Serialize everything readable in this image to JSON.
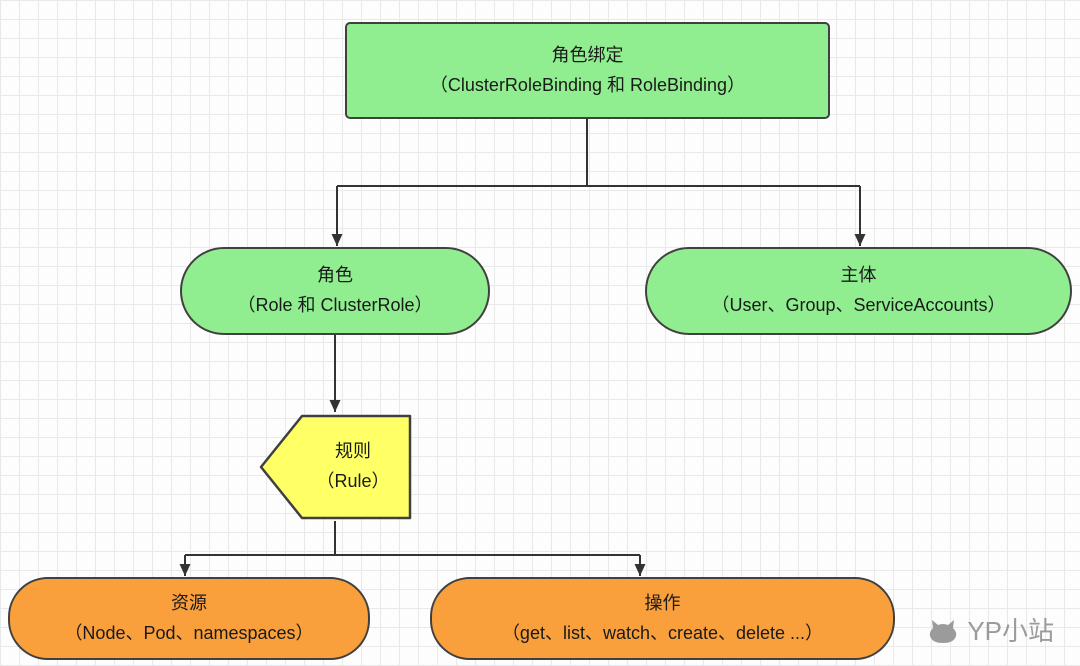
{
  "diagram": {
    "nodes": {
      "role_binding": {
        "title": "角色绑定",
        "subtitle": "（ClusterRoleBinding 和 RoleBinding）",
        "shape": "rectangle",
        "fill": "#90ee90"
      },
      "role": {
        "title": "角色",
        "subtitle": "（Role 和 ClusterRole）",
        "shape": "rounded",
        "fill": "#90ee90"
      },
      "subject": {
        "title": "主体",
        "subtitle": "（User、Group、ServiceAccounts）",
        "shape": "rounded",
        "fill": "#90ee90"
      },
      "rule": {
        "title": "规则",
        "subtitle": "（Rule）",
        "shape": "pentagon",
        "fill": "#ffff66"
      },
      "resource": {
        "title": "资源",
        "subtitle": "（Node、Pod、namespaces）",
        "shape": "rounded",
        "fill": "#f9a03c"
      },
      "operation": {
        "title": "操作",
        "subtitle": "（get、list、watch、create、delete ...）",
        "shape": "rounded",
        "fill": "#f9a03c"
      }
    },
    "edges": [
      {
        "from": "role_binding",
        "to": "role"
      },
      {
        "from": "role_binding",
        "to": "subject"
      },
      {
        "from": "role",
        "to": "rule"
      },
      {
        "from": "rule",
        "to": "resource"
      },
      {
        "from": "rule",
        "to": "operation"
      }
    ]
  },
  "watermark": {
    "text": "YP小站",
    "icon": "cat-icon"
  },
  "colors": {
    "green": "#90ee90",
    "yellow": "#ffff66",
    "orange": "#f9a03c",
    "node_border": "#404040",
    "connector": "#333333",
    "watermark": "#9b9b9b",
    "grid": "#e9e9e9"
  }
}
